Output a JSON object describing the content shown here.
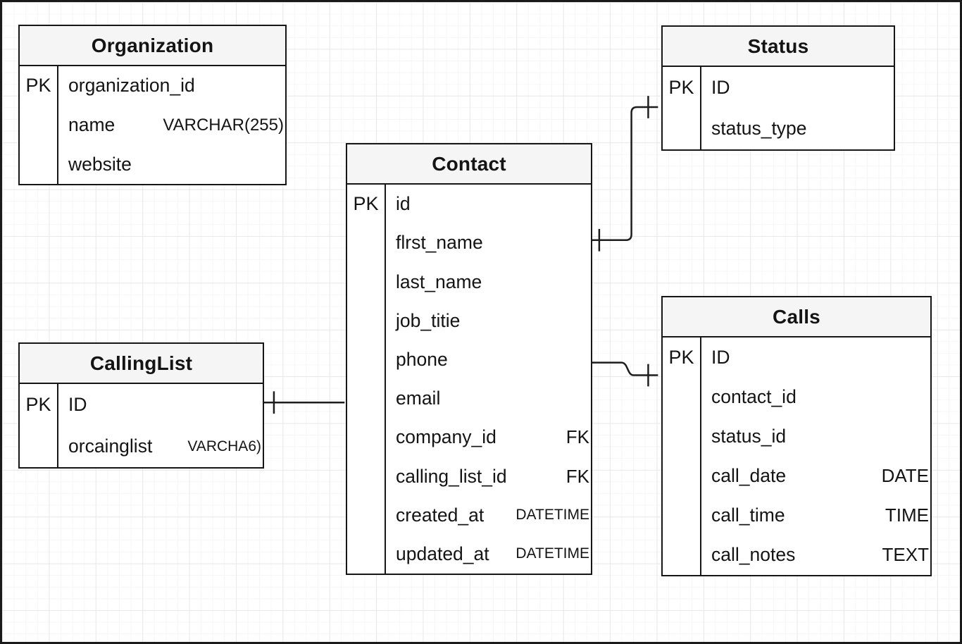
{
  "colors": {
    "canvas_bg": "#ffffff",
    "grid_minor": "#f6f6f6",
    "grid_major": "#e9e9e9",
    "entity_header_bg": "#f5f5f5",
    "entity_border": "#161616",
    "wire": "#1d1d1d"
  },
  "entities": [
    {
      "id": "organization",
      "title": "Organization",
      "pk_label": "PK",
      "rows": [
        {
          "name": "organization_id",
          "type": ""
        },
        {
          "name": "name",
          "type": "VARCHAR(255)"
        },
        {
          "name": "website",
          "type": ""
        }
      ]
    },
    {
      "id": "status",
      "title": "Status",
      "pk_label": "PK",
      "rows": [
        {
          "name": "ID",
          "type": ""
        },
        {
          "name": "status_type",
          "type": ""
        }
      ]
    },
    {
      "id": "contact",
      "title": "Contact",
      "pk_label": "PK",
      "rows": [
        {
          "name": "id",
          "type": ""
        },
        {
          "name": "flrst_name",
          "type": ""
        },
        {
          "name": "last_name",
          "type": ""
        },
        {
          "name": "job_titie",
          "type": ""
        },
        {
          "name": "phone",
          "type": ""
        },
        {
          "name": "email",
          "type": ""
        },
        {
          "name": "company_id",
          "type": "FK"
        },
        {
          "name": "calling_list_id",
          "type": "FK"
        },
        {
          "name": "created_at",
          "type": "DATETIME"
        },
        {
          "name": "updated_at",
          "type": "DATETIME"
        }
      ]
    },
    {
      "id": "callinglist",
      "title": "CallingList",
      "pk_label": "PK",
      "rows": [
        {
          "name": "ID",
          "type": ""
        },
        {
          "name": "orcainglist",
          "type": "VARCHA6)"
        }
      ]
    },
    {
      "id": "calls",
      "title": "Calls",
      "pk_label": "PK",
      "rows": [
        {
          "name": "ID",
          "type": ""
        },
        {
          "name": "contact_id",
          "type": ""
        },
        {
          "name": "status_id",
          "type": ""
        },
        {
          "name": "call_date",
          "type": "DATE"
        },
        {
          "name": "call_time",
          "type": "TIME"
        },
        {
          "name": "call_notes",
          "type": "TEXT"
        }
      ]
    }
  ],
  "relationships": [
    {
      "from": "CallingList",
      "to": "Contact",
      "from_marker": "one",
      "to_marker": "none"
    },
    {
      "from": "Contact",
      "to": "Status",
      "from_marker": "one",
      "to_marker": "one"
    },
    {
      "from": "Contact",
      "to": "Calls",
      "from_marker": "none",
      "to_marker": "one"
    }
  ]
}
